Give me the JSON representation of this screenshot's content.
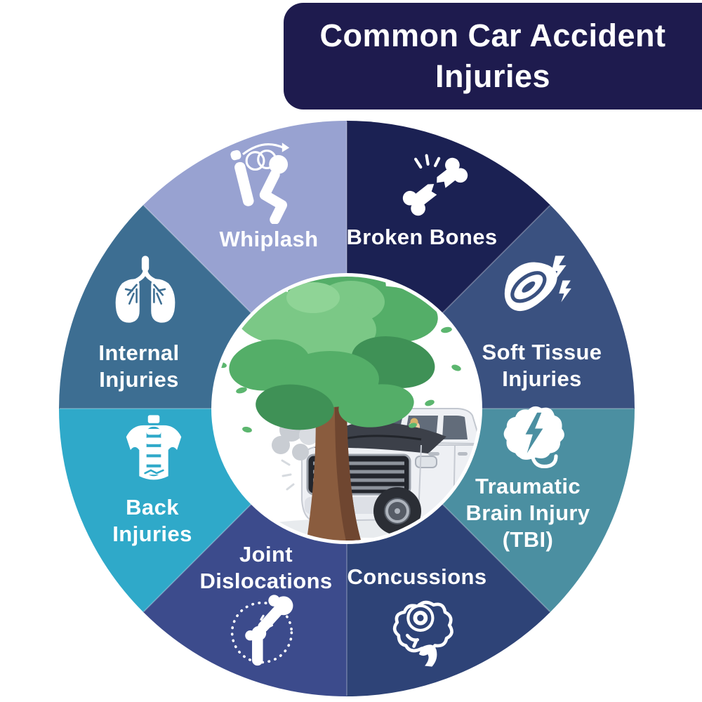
{
  "page": {
    "background": "#ffffff"
  },
  "banner": {
    "title_line1": "Common Car Accident",
    "title_line2": "Injuries",
    "bg_color": "#1e1b4e",
    "text_color": "#ffffff"
  },
  "wheel": {
    "center_illustration": "car-crashed-into-tree-illustration",
    "divider_color": "rgba(255,255,255,0.22)",
    "label_color": "#ffffff",
    "segments": [
      {
        "id": "broken-bones",
        "label_lines": [
          "Broken Bones"
        ],
        "color": "#1b2153",
        "icon": "broken-bone-icon"
      },
      {
        "id": "soft-tissue-injuries",
        "label_lines": [
          "Soft Tissue",
          "Injuries"
        ],
        "color": "#3a5180",
        "icon": "soft-tissue-icon"
      },
      {
        "id": "traumatic-brain-injury",
        "label_lines": [
          "Traumatic",
          "Brain Injury",
          "(TBI)"
        ],
        "color": "#4b8fa1",
        "icon": "brain-lightning-icon"
      },
      {
        "id": "concussions",
        "label_lines": [
          "Concussions"
        ],
        "color": "#2e4377",
        "icon": "concussion-brain-icon"
      },
      {
        "id": "joint-dislocations",
        "label_lines": [
          "Joint",
          "Dislocations"
        ],
        "color": "#3c4b8c",
        "icon": "joint-dislocation-icon"
      },
      {
        "id": "back-injuries",
        "label_lines": [
          "Back",
          "Injuries"
        ],
        "color": "#2fa9c9",
        "icon": "spine-back-icon"
      },
      {
        "id": "internal-injuries",
        "label_lines": [
          "Internal",
          "Injuries"
        ],
        "color": "#3d6e92",
        "icon": "lungs-icon"
      },
      {
        "id": "whiplash",
        "label_lines": [
          "Whiplash"
        ],
        "color": "#98a2d1",
        "icon": "whiplash-seat-icon"
      }
    ]
  }
}
